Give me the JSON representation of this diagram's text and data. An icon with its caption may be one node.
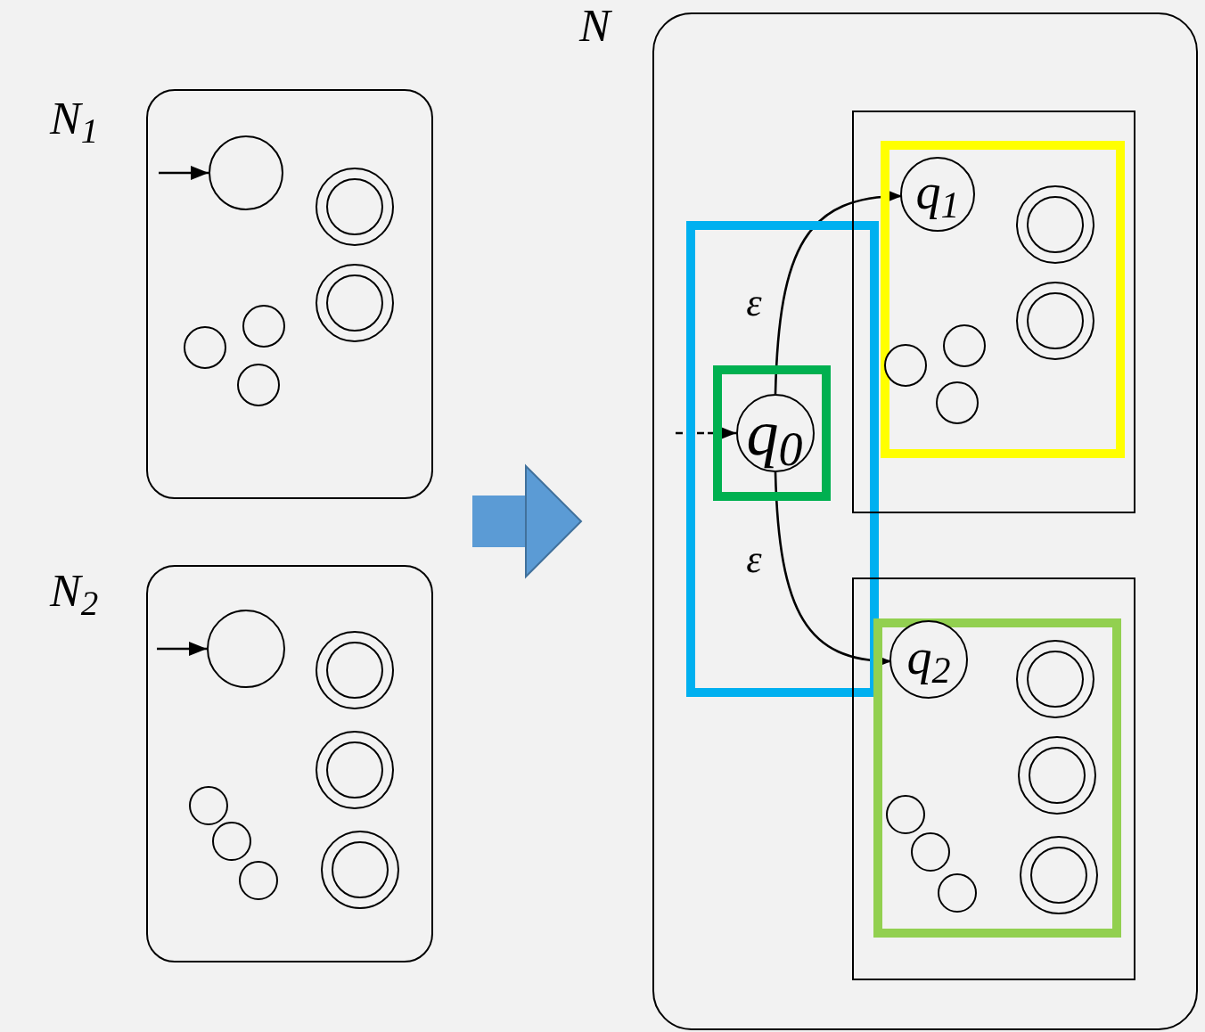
{
  "diagram": {
    "nodes": [
      {
        "text": [
          "N$_{1}$"
        ]
      },
      {
        "text": [],
        "shape": "circle",
        "in": 0
      },
      {
        "text": [],
        "shape": "circle",
        "in": 0
      },
      {
        "text": [],
        "shape": "circle",
        "in": 0
      },
      {
        "text": [],
        "shape": "circle",
        "in": 0
      },
      {
        "text": [],
        "shape": "circle",
        "in": 0
      },
      {
        "text": [],
        "shape": "circle",
        "in": 0
      },
      {
        "text": [
          "N$_{2}$"
        ]
      },
      {
        "text": [],
        "shape": "circle",
        "in": 7
      },
      {
        "text": [],
        "shape": "circle",
        "in": 7
      },
      {
        "text": [],
        "shape": "circle",
        "in": 7
      },
      {
        "text": [],
        "shape": "circle",
        "in": 7
      },
      {
        "text": [],
        "shape": "circle",
        "in": 7
      },
      {
        "text": [],
        "shape": "circle",
        "in": 7
      },
      {
        "text": [],
        "shape": "circle",
        "in": 7
      },
      {
        "text": [
          "N"
        ]
      },
      {
        "text": [],
        "shape": "box",
        "in": 15
      },
      {
        "text": [],
        "shape": "box",
        "in": 16
      },
      {
        "text": [
          "q$_{0}$"
        ],
        "in": 17
      },
      {
        "text": [],
        "shape": "box",
        "in": 15
      },
      {
        "text": [],
        "shape": "box",
        "in": 19
      },
      {
        "text": [
          "q$_{1}$"
        ],
        "in": 20
      },
      {
        "text": [],
        "shape": "circle",
        "in": 20
      },
      {
        "text": [],
        "shape": "circle",
        "in": 20
      },
      {
        "text": [],
        "shape": "circle",
        "in": 20
      },
      {
        "text": [],
        "shape": "circle",
        "in": 20
      },
      {
        "text": [],
        "shape": "circle",
        "in": 20
      },
      {
        "text": [],
        "shape": "box",
        "in": 15
      },
      {
        "text": [],
        "shape": "box",
        "in": 27
      },
      {
        "text": [
          "q$_{2}$"
        ],
        "in": 28
      },
      {
        "text": [],
        "shape": "circle",
        "in": 28
      },
      {
        "text": [],
        "shape": "circle",
        "in": 28
      },
      {
        "text": [],
        "shape": "circle",
        "in": 28
      },
      {
        "text": [],
        "shape": "circle",
        "in": 28
      },
      {
        "text": [],
        "shape": "circle",
        "in": 28
      },
      {
        "text": [],
        "shape": "circle",
        "in": 28
      }
    ],
    "edges": [
      {
        "from": null,
        "to": 1,
        "arrow": "to"
      },
      {
        "from": null,
        "to": 8,
        "arrow": "to"
      },
      {
        "from": null,
        "to": 18,
        "arrow": "to",
        "style": "dashed"
      },
      {
        "from": 18,
        "to": 21,
        "arrow": "to",
        "label": "ε"
      },
      {
        "from": 18,
        "to": 29,
        "arrow": "to",
        "label": "ε"
      },
      {
        "from": null,
        "to": 15,
        "arrow": "to",
        "style": "thick",
        "color": "#5b9bd5"
      }
    ]
  }
}
